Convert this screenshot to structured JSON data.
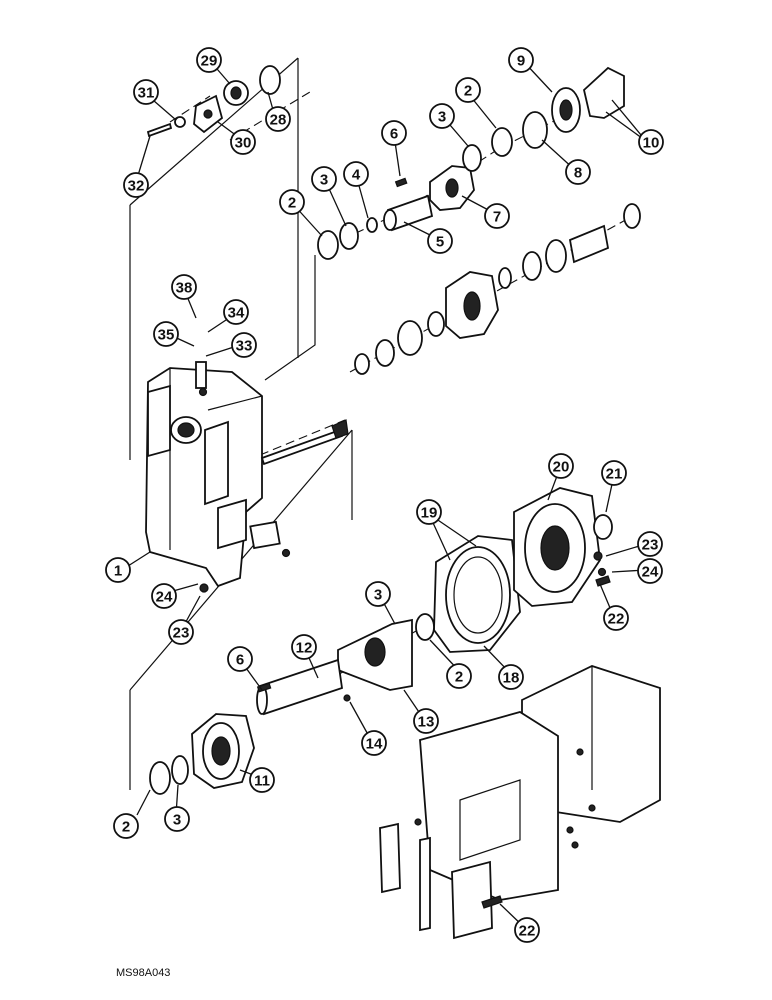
{
  "drawing_code": "MS98A043",
  "callouts": [
    {
      "id": "c1",
      "label": "1"
    },
    {
      "id": "c2a",
      "label": "2"
    },
    {
      "id": "c2b",
      "label": "2"
    },
    {
      "id": "c2c",
      "label": "2"
    },
    {
      "id": "c2d",
      "label": "2"
    },
    {
      "id": "c3a",
      "label": "3"
    },
    {
      "id": "c3b",
      "label": "3"
    },
    {
      "id": "c3c",
      "label": "3"
    },
    {
      "id": "c3d",
      "label": "3"
    },
    {
      "id": "c4",
      "label": "4"
    },
    {
      "id": "c5",
      "label": "5"
    },
    {
      "id": "c6a",
      "label": "6"
    },
    {
      "id": "c6b",
      "label": "6"
    },
    {
      "id": "c7",
      "label": "7"
    },
    {
      "id": "c8",
      "label": "8"
    },
    {
      "id": "c9",
      "label": "9"
    },
    {
      "id": "c10",
      "label": "10"
    },
    {
      "id": "c11",
      "label": "11"
    },
    {
      "id": "c12",
      "label": "12"
    },
    {
      "id": "c13",
      "label": "13"
    },
    {
      "id": "c14",
      "label": "14"
    },
    {
      "id": "c18",
      "label": "18"
    },
    {
      "id": "c19",
      "label": "19"
    },
    {
      "id": "c20",
      "label": "20"
    },
    {
      "id": "c21",
      "label": "21"
    },
    {
      "id": "c22a",
      "label": "22"
    },
    {
      "id": "c22b",
      "label": "22"
    },
    {
      "id": "c23a",
      "label": "23"
    },
    {
      "id": "c23b",
      "label": "23"
    },
    {
      "id": "c24a",
      "label": "24"
    },
    {
      "id": "c24b",
      "label": "24"
    },
    {
      "id": "c28",
      "label": "28"
    },
    {
      "id": "c29",
      "label": "29"
    },
    {
      "id": "c30",
      "label": "30"
    },
    {
      "id": "c31",
      "label": "31"
    },
    {
      "id": "c32",
      "label": "32"
    },
    {
      "id": "c33",
      "label": "33"
    },
    {
      "id": "c34",
      "label": "34"
    },
    {
      "id": "c35",
      "label": "35"
    },
    {
      "id": "c38",
      "label": "38"
    }
  ]
}
